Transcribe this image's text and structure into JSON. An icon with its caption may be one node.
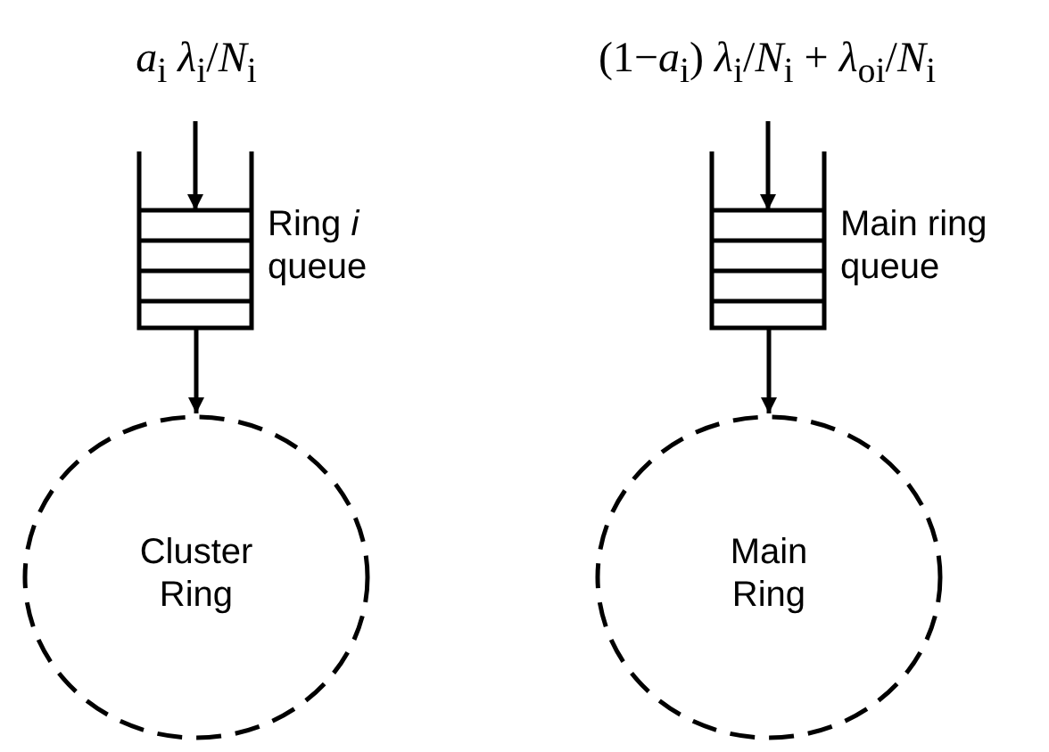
{
  "diagram": {
    "nodes": [
      {
        "text": [
          "*a*$_{i}$ *λ*$_{i}$/*N*$_{i}$"
        ]
      },
      {
        "text": [],
        "shape": "queue",
        "beside": [
          "Ring *i* queue"
        ]
      },
      {
        "text": [
          "Cluster Ring"
        ]
      },
      {
        "text": [
          "(1−*a*$_{i}$) *λ*$_{i}$/*N*$_{i}$ + *λ*$_{oi}$/*N*$_{i}$"
        ]
      },
      {
        "text": [],
        "shape": "queue",
        "beside": [
          "Main ring queue"
        ]
      },
      {
        "text": [
          "Main Ring"
        ]
      }
    ],
    "edges": [
      {
        "from": 0,
        "to": 1,
        "arrow": "to"
      },
      {
        "from": 1,
        "to": 2,
        "arrow": "to"
      },
      {
        "from": 3,
        "to": 4,
        "arrow": "to"
      },
      {
        "from": 4,
        "to": 5,
        "arrow": "to"
      }
    ]
  }
}
